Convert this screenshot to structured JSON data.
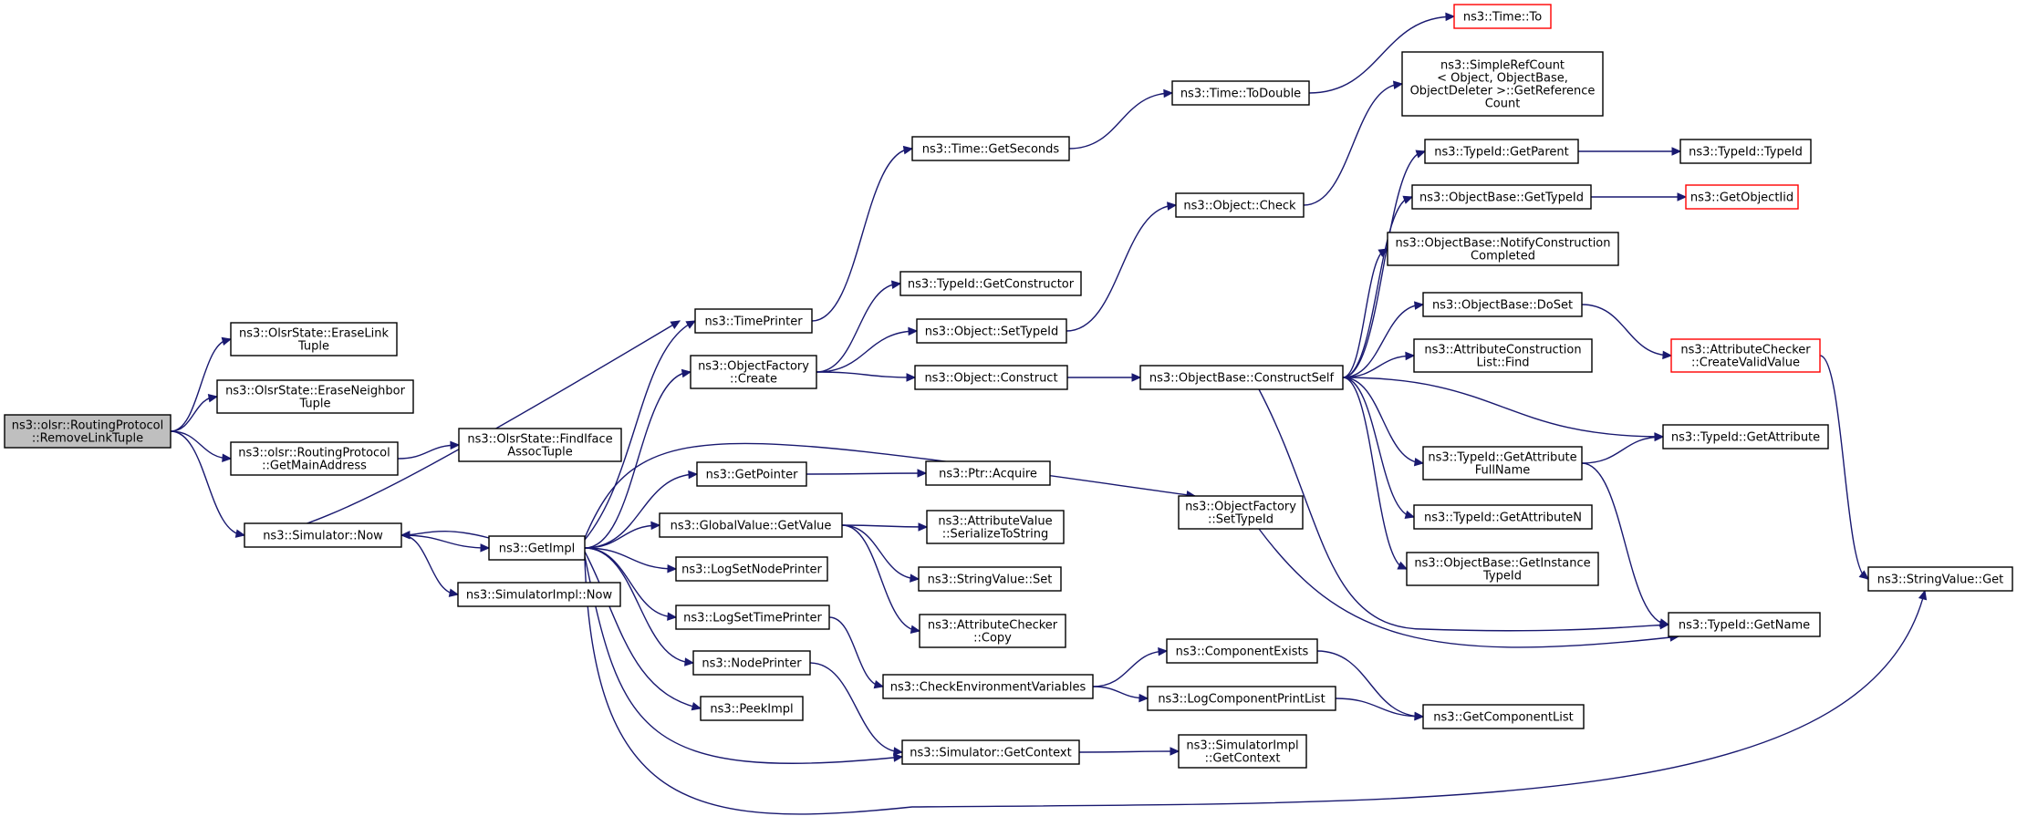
{
  "nodes": {
    "root": [
      "ns3::olsr::RoutingProtocol",
      "::RemoveLinkTuple"
    ],
    "eraseLink": [
      "ns3::OlsrState::EraseLink",
      "Tuple"
    ],
    "eraseNeighbor": [
      "ns3::OlsrState::EraseNeighbor",
      "Tuple"
    ],
    "getMainAddress": [
      "ns3::olsr::RoutingProtocol",
      "::GetMainAddress"
    ],
    "findIface": [
      "ns3::OlsrState::FindIface",
      "AssocTuple"
    ],
    "simNow": [
      "ns3::Simulator::Now"
    ],
    "getImpl": [
      "ns3::GetImpl"
    ],
    "simImplNow": [
      "ns3::SimulatorImpl::Now"
    ],
    "timePrinter": [
      "ns3::TimePrinter"
    ],
    "objFactoryCreate": [
      "ns3::ObjectFactory",
      "::Create"
    ],
    "getPointer": [
      "ns3::GetPointer"
    ],
    "globalGetValue": [
      "ns3::GlobalValue::GetValue"
    ],
    "logSetNodePrinter": [
      "ns3::LogSetNodePrinter"
    ],
    "logSetTimePrinter": [
      "ns3::LogSetTimePrinter"
    ],
    "nodePrinter": [
      "ns3::NodePrinter"
    ],
    "peekImpl": [
      "ns3::PeekImpl"
    ],
    "timeGetSeconds": [
      "ns3::Time::GetSeconds"
    ],
    "typeIdGetConstructor": [
      "ns3::TypeId::GetConstructor"
    ],
    "objSetTypeId": [
      "ns3::Object::SetTypeId"
    ],
    "objConstruct": [
      "ns3::Object::Construct"
    ],
    "ptrAcquire": [
      "ns3::Ptr::Acquire"
    ],
    "attrValueSerialize": [
      "ns3::AttributeValue",
      "::SerializeToString"
    ],
    "stringValueSet": [
      "ns3::StringValue::Set"
    ],
    "attrCheckerCopy": [
      "ns3::AttributeChecker",
      "::Copy"
    ],
    "checkEnv": [
      "ns3::CheckEnvironmentVariables"
    ],
    "simGetContext": [
      "ns3::Simulator::GetContext"
    ],
    "timeToDouble": [
      "ns3::Time::ToDouble"
    ],
    "objCheck": [
      "ns3::Object::Check"
    ],
    "objBaseConstructSelf": [
      "ns3::ObjectBase::ConstructSelf"
    ],
    "objFactorySetTypeId": [
      "ns3::ObjectFactory",
      "::SetTypeId"
    ],
    "componentExists": [
      "ns3::ComponentExists"
    ],
    "logComponentPrintList": [
      "ns3::LogComponentPrintList"
    ],
    "simImplGetContext": [
      "ns3::SimulatorImpl",
      "::GetContext"
    ],
    "timeTo": [
      "ns3::Time::To"
    ],
    "simpleRefCount": [
      "ns3::SimpleRefCount",
      "< Object, ObjectBase,",
      "ObjectDeleter >::GetReference",
      "Count"
    ],
    "typeIdGetParent": [
      "ns3::TypeId::GetParent"
    ],
    "objBaseGetTypeId": [
      "ns3::ObjectBase::GetTypeId"
    ],
    "objBaseNotify": [
      "ns3::ObjectBase::NotifyConstruction",
      "Completed"
    ],
    "objBaseDoSet": [
      "ns3::ObjectBase::DoSet"
    ],
    "attrConstructionFind": [
      "ns3::AttributeConstruction",
      "List::Find"
    ],
    "typeIdGetAttributeFullName": [
      "ns3::TypeId::GetAttribute",
      "FullName"
    ],
    "typeIdGetAttributeN": [
      "ns3::TypeId::GetAttributeN"
    ],
    "objBaseGetInstanceTypeId": [
      "ns3::ObjectBase::GetInstance",
      "TypeId"
    ],
    "getComponentList": [
      "ns3::GetComponentList"
    ],
    "typeIdTypeId": [
      "ns3::TypeId::TypeId"
    ],
    "getObjectIid": [
      "ns3::GetObjectIid"
    ],
    "attrCheckerCreateValid": [
      "ns3::AttributeChecker",
      "::CreateValidValue"
    ],
    "typeIdGetAttribute": [
      "ns3::TypeId::GetAttribute"
    ],
    "typeIdGetName": [
      "ns3::TypeId::GetName"
    ],
    "stringValueGet": [
      "ns3::StringValue::Get"
    ]
  },
  "colors": {
    "edge": "#191970",
    "node_border": "#000000",
    "root_fill": "#bfbfbf",
    "truncated_border": "#ff0000"
  }
}
